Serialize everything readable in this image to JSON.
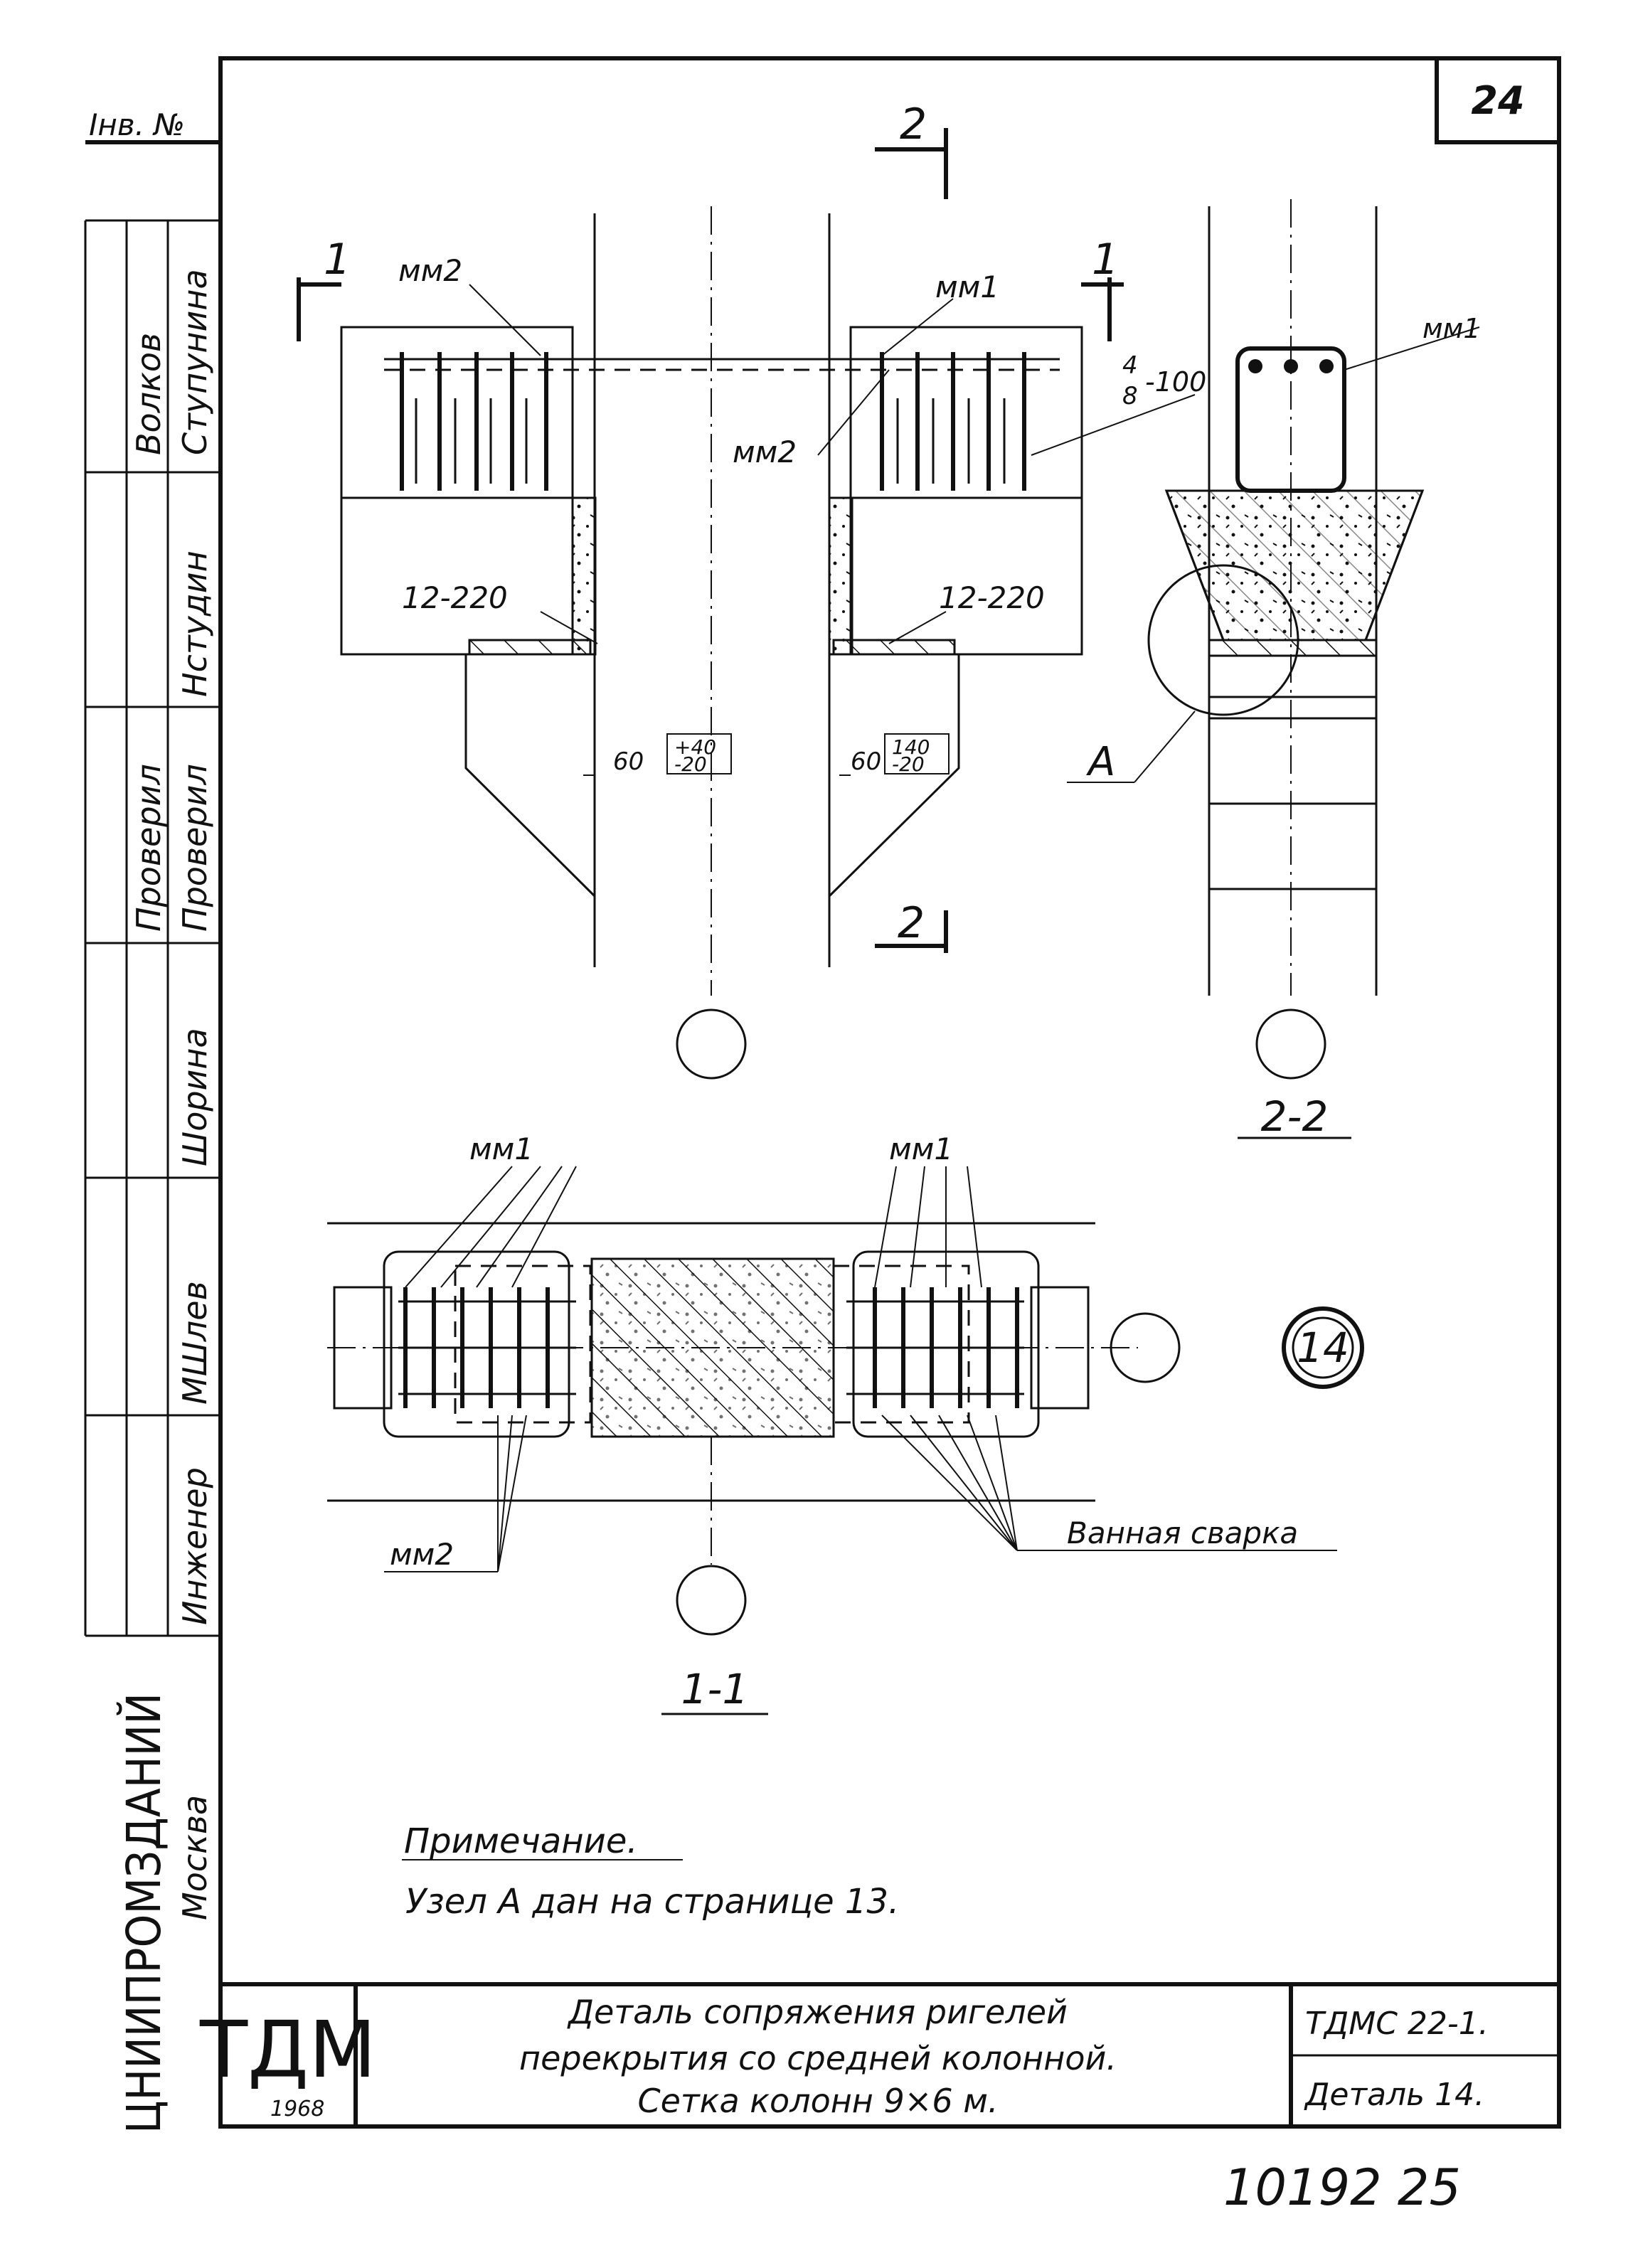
{
  "page_number": "24",
  "inv_label": "Інв. №",
  "sidebar": {
    "rows": [
      {
        "role": "",
        "name": "Волков",
        "check": "Ступунина"
      },
      {
        "role": "",
        "name": "",
        "check": "Нстудин"
      },
      {
        "role": "",
        "name": "Проверил",
        "check": "Проверил"
      },
      {
        "role": "",
        "name": "",
        "check": "Шорина"
      },
      {
        "role": "",
        "name": "",
        "check": "МШлев"
      },
      {
        "role": "",
        "name": "",
        "check": "Инженер"
      }
    ],
    "org_main": "ЦНИИПРОМЗДАНИЙ",
    "org_city": "Москва"
  },
  "drawing": {
    "section_marks": [
      "1",
      "1",
      "2",
      "2"
    ],
    "labels": {
      "mm1": "мм1",
      "mm2": "мм2",
      "dim_12_220": "12-220",
      "rebar_note_top": "4",
      "rebar_note_bottom": "8",
      "rebar_note_spacing": "-100",
      "dim_60": "60",
      "dim_plus40": "+40",
      "dim_minus20": "-20",
      "dim_140": "140",
      "node_a": "A",
      "section_2_2": "2-2",
      "section_1_1": "1-1",
      "detail_number": "14",
      "welding": "Ванная сварка"
    }
  },
  "note": {
    "heading": "Примечание.",
    "text": "Узел А дан на странице 13."
  },
  "title_block": {
    "logo": "ТДМ",
    "year": "1968",
    "title_line1": "Деталь сопряжения ригелей",
    "title_line2": "перекрытия со средней колонной.",
    "title_line3": "Сетка колонн 9×6 м.",
    "code": "ТДМС 22-1.",
    "detail": "Деталь 14."
  },
  "footer_numbers": "10192 25"
}
